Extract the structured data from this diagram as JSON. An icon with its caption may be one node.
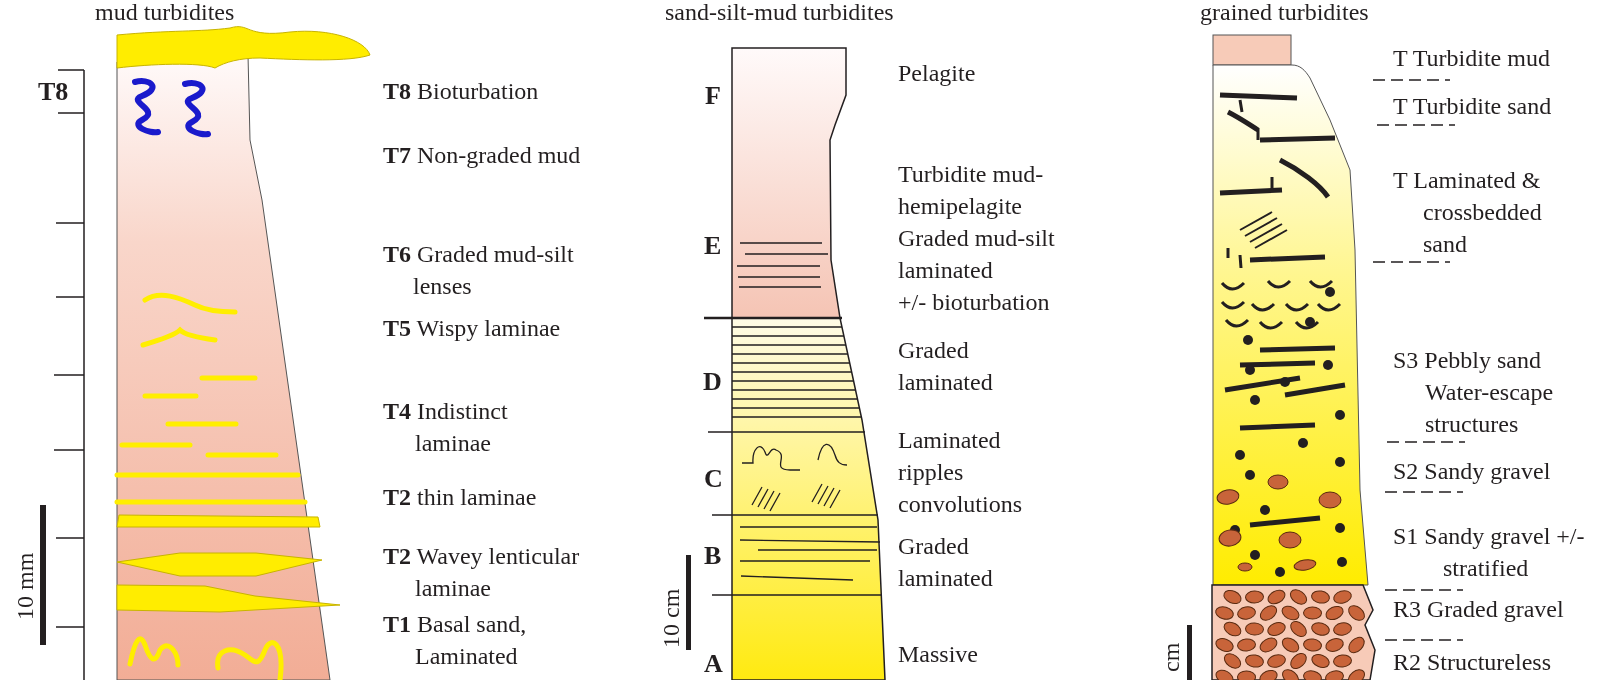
{
  "diagram": {
    "labels": [
      "mud turbidites",
      "T8",
      "**T8** Bioturbation",
      "**T7** Non-graded mud",
      "**T6** Graded mud-silt lenses",
      "**T5** Wispy laminae",
      "**T4** Indistinct laminae",
      "**T2** thin laminae",
      "**T2** Wavey lenticular laminae",
      "**T1** Basal sand, Laminated",
      "10 mm",
      "sand-silt-mud turbidites",
      "F",
      "E",
      "D",
      "C",
      "B",
      "A",
      "Pelagite",
      "Turbidite mud-hemipelagite",
      "Graded mud-silt laminated",
      "+/- bioturbation",
      "Graded laminated",
      "Laminated ripples convolutions",
      "Graded laminated",
      "Massive",
      "10 cm",
      "grained turbidites",
      "T Turbidite mud",
      "T Turbidite sand",
      "T Laminated & crossbedded sand",
      "S3 Pebbly sand Water-escape structures",
      "S2 Sandy gravel",
      "S1 Sandy gravel +/- stratified",
      "R3 Graded gravel",
      "R2 Structureless",
      "cm"
    ]
  }
}
